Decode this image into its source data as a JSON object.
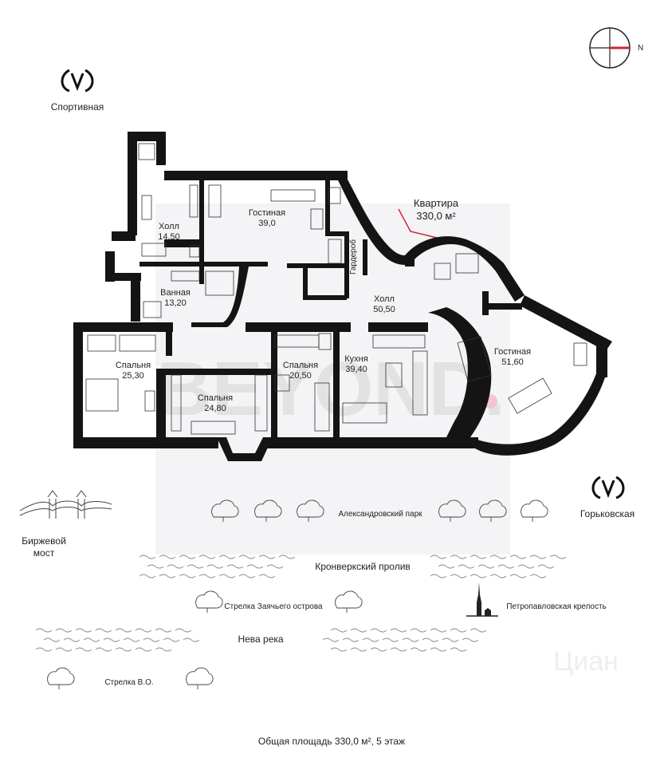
{
  "metro": {
    "left": {
      "icon": "metro-icon",
      "label": "Спортивная"
    },
    "right": {
      "icon": "metro-icon",
      "label": "Горьковская"
    }
  },
  "compass": {
    "icon": "compass-icon",
    "direction": "N"
  },
  "apartment": {
    "title": "Квартира",
    "area": "330,0 м²"
  },
  "rooms": [
    {
      "name": "Холл",
      "area": "14,50"
    },
    {
      "name": "Гостиная",
      "area": "39,0"
    },
    {
      "name": "Ванная",
      "area": "13,20"
    },
    {
      "name": "Гардероб",
      "area": ""
    },
    {
      "name": "Холл",
      "area": "50,50"
    },
    {
      "name": "Спальня",
      "area": "25,30"
    },
    {
      "name": "Спальня",
      "area": "24,80"
    },
    {
      "name": "Спальня",
      "area": "20,50"
    },
    {
      "name": "Кухня",
      "area": "39,40"
    },
    {
      "name": "Гостиная",
      "area": "51,60"
    }
  ],
  "watermark": "BEYOND.",
  "watermark_cian": "Циан",
  "map": {
    "bridge": "Биржевой мост",
    "bridge_line1": "Биржевой",
    "bridge_line2": "мост",
    "park": "Александровский парк",
    "strait": "Кронверкский пролив",
    "island_tip": "Стрелка Заячьего острова",
    "fortress": "Петропавловская крепость",
    "river": "Нева река",
    "vo_tip": "Стрелка В.О."
  },
  "footer": "Общая площадь 330,0 м², 5 этаж"
}
